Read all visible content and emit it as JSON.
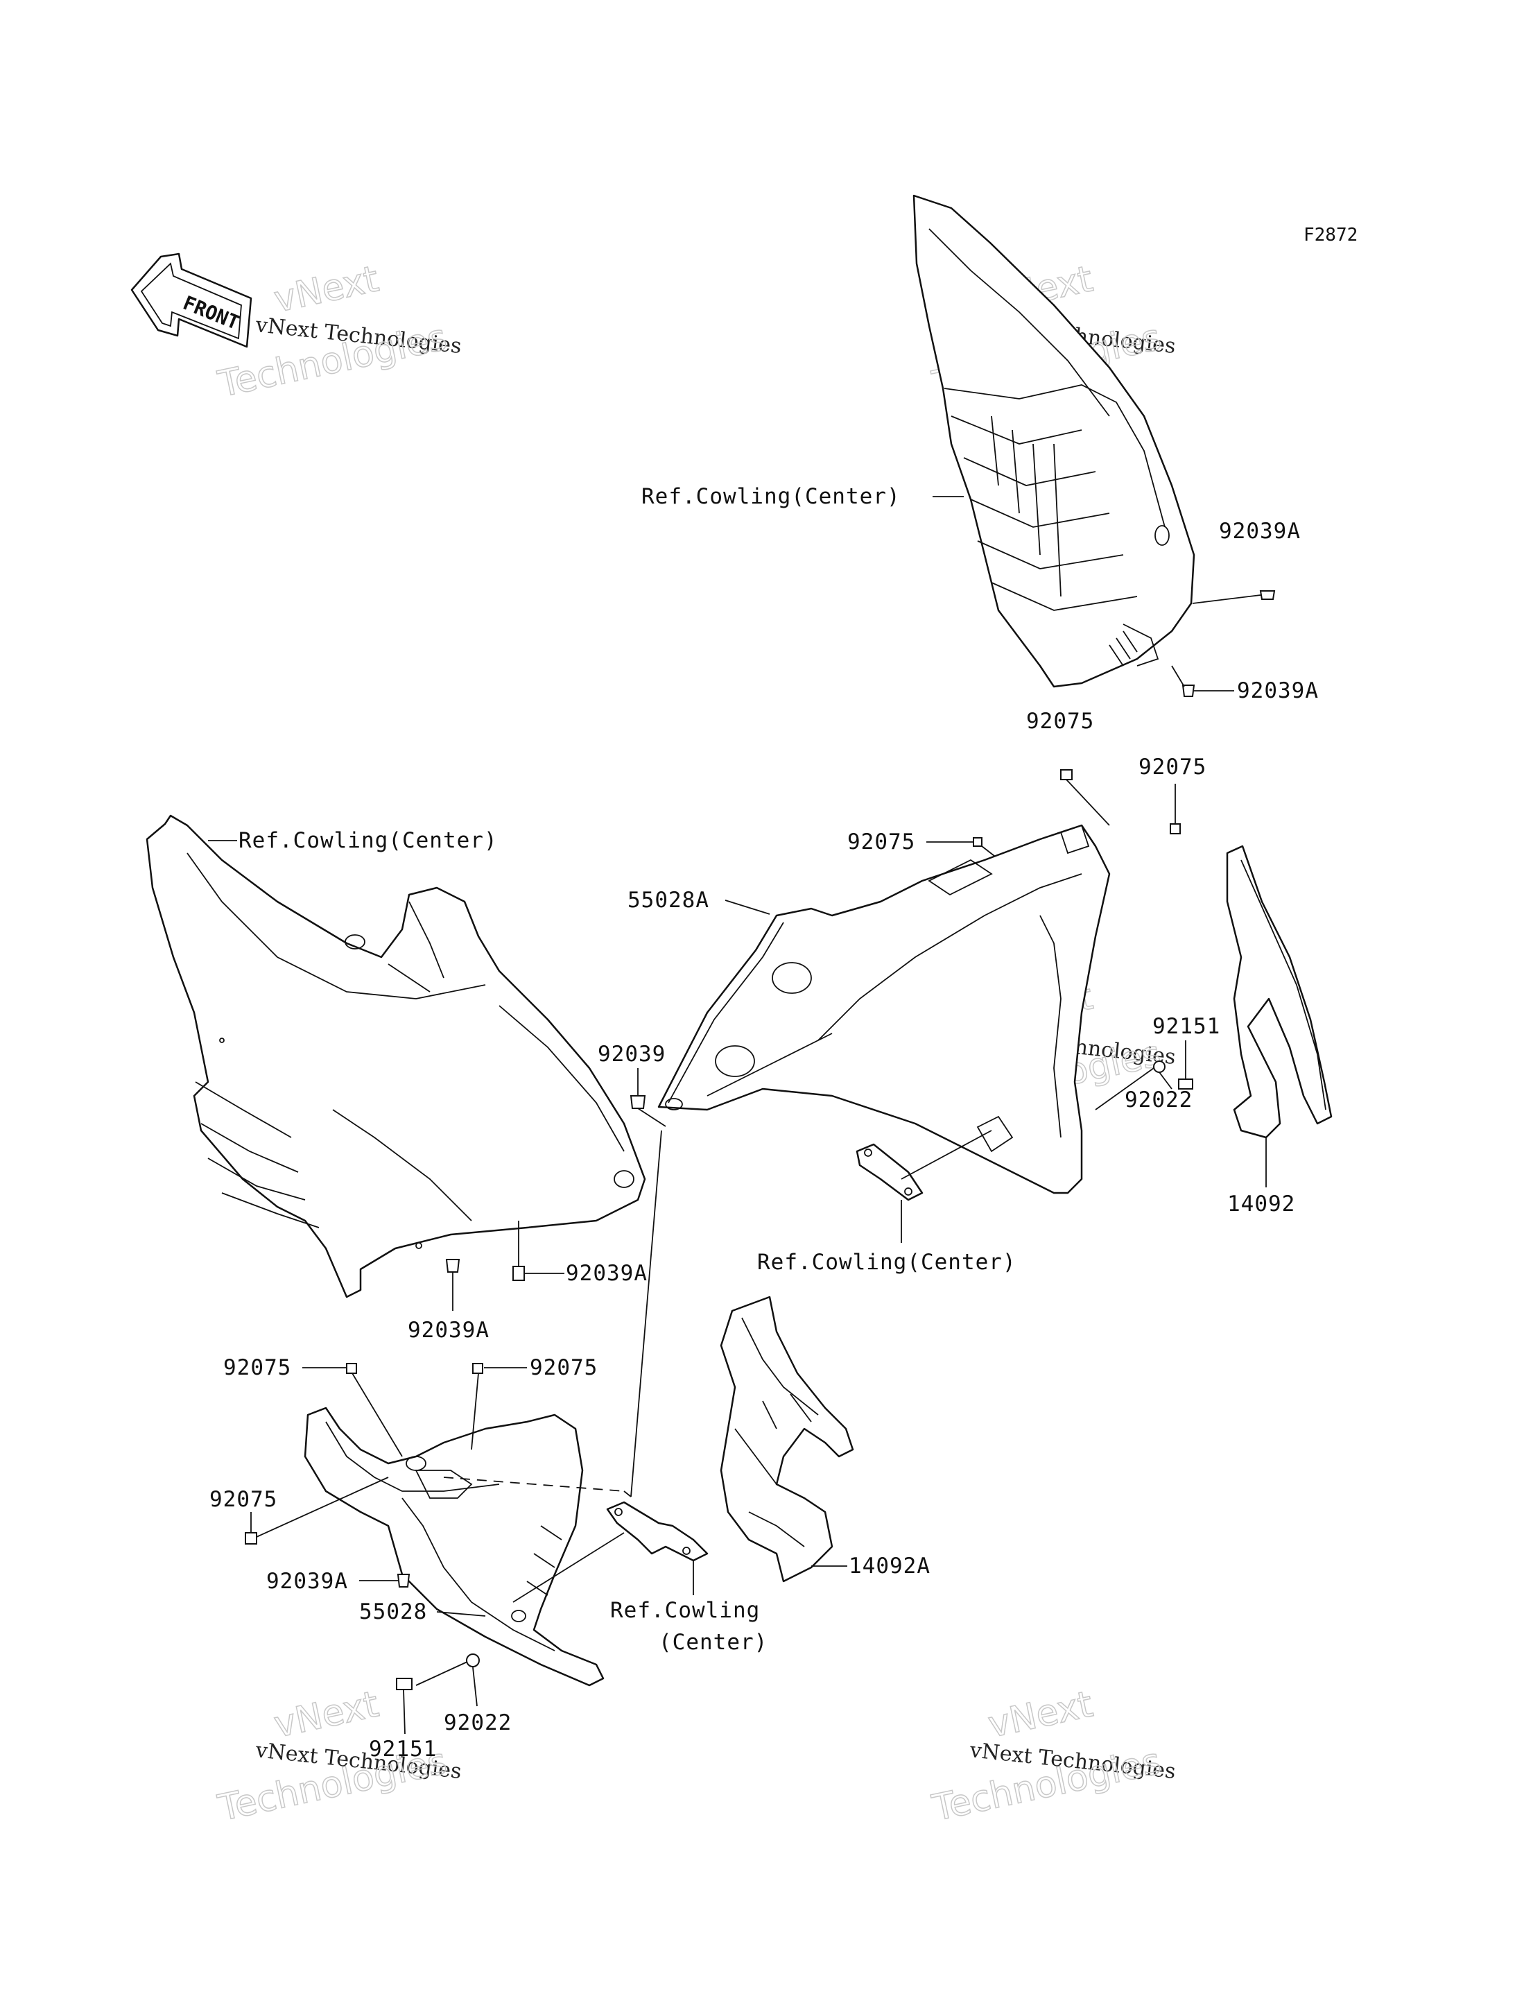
{
  "figure_code": "F2872",
  "front_badge": "FRONT",
  "watermark": {
    "line1": "vNext",
    "line2": "vNext Technologies",
    "line3": "Technologies"
  },
  "labels": {
    "ref_cowling_center_top": "Ref.Cowling(Center)",
    "part_92039A_1": "92039A",
    "part_92039A_2": "92039A",
    "part_92075_a": "92075",
    "part_92075_b": "92075",
    "part_92075_c": "92075",
    "ref_cowling_center_left": "Ref.Cowling(Center)",
    "part_55028A": "55028A",
    "part_92039": "92039",
    "part_92151_a": "92151",
    "part_92022_a": "92022",
    "part_14092": "14092",
    "ref_cowling_center_mid": "Ref.Cowling(Center)",
    "part_92039A_3": "92039A",
    "part_92039A_4": "92039A",
    "part_92075_d": "92075",
    "part_92075_e": "92075",
    "part_92075_f": "92075",
    "part_92039A_5": "92039A",
    "part_55028": "55028",
    "ref_cowling_bottom_1": "Ref.Cowling",
    "ref_cowling_bottom_2": "(Center)",
    "part_14092A": "14092A",
    "part_92022_b": "92022",
    "part_92151_b": "92151"
  }
}
